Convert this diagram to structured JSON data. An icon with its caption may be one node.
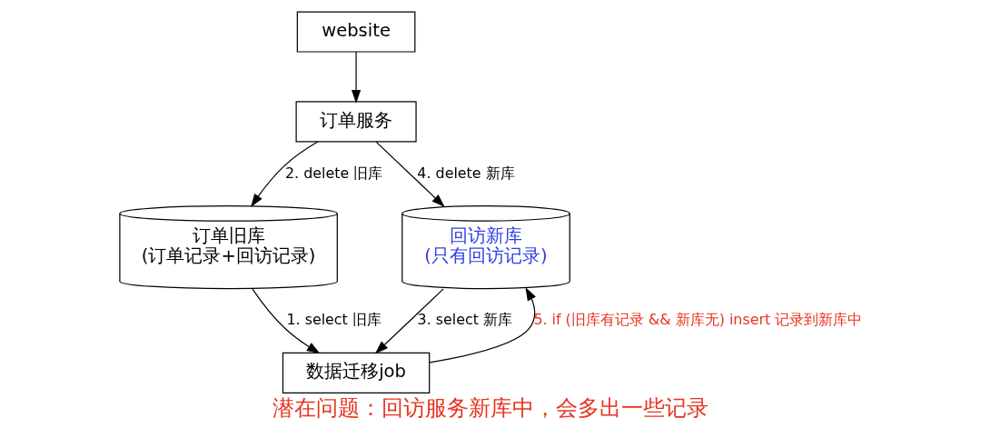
{
  "diagram": {
    "caption": "潜在问题：回访服务新库中，会多出一些记录",
    "nodes": [
      {
        "text": [
          "website"
        ]
      },
      {
        "text": [
          "订单服务"
        ]
      },
      {
        "text": [
          "订单旧库",
          "(订单记录+回访记录)"
        ]
      },
      {
        "text": [
          "回访新库",
          "(只有回访记录)"
        ]
      },
      {
        "text": [
          "数据迁移job"
        ]
      }
    ],
    "edges": [
      {
        "from": 0,
        "to": 1,
        "arrow": "to"
      },
      {
        "from": 1,
        "to": 2,
        "arrow": "to",
        "label": "2. delete 旧库"
      },
      {
        "from": 1,
        "to": 3,
        "arrow": "to",
        "label": "4. delete 新库"
      },
      {
        "from": 2,
        "to": 4,
        "arrow": "to",
        "label": "1. select 旧库"
      },
      {
        "from": 3,
        "to": 4,
        "arrow": "to",
        "label": "3. select 新库"
      },
      {
        "from": 4,
        "to": 3,
        "arrow": "to",
        "label": "5. if (旧库有记录 && 新库无) insert 记录到新库中"
      }
    ]
  }
}
